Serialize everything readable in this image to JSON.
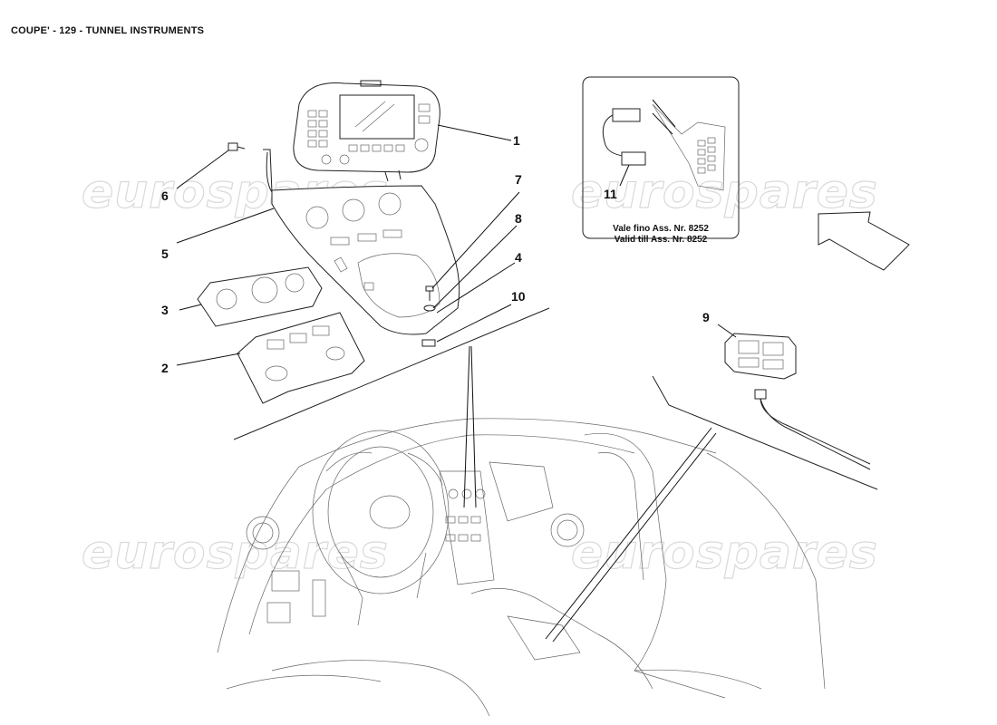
{
  "title": "COUPE' - 129 - TUNNEL INSTRUMENTS",
  "callouts": {
    "c1": "1",
    "c2": "2",
    "c3": "3",
    "c4": "4",
    "c5": "5",
    "c6": "6",
    "c7": "7",
    "c8": "8",
    "c9": "9",
    "c10": "10",
    "c11": "11"
  },
  "inset": {
    "line1": "Vale fino Ass. Nr. 8252",
    "line2": "Valid till Ass. Nr. 8252"
  },
  "watermark": "eurospares"
}
